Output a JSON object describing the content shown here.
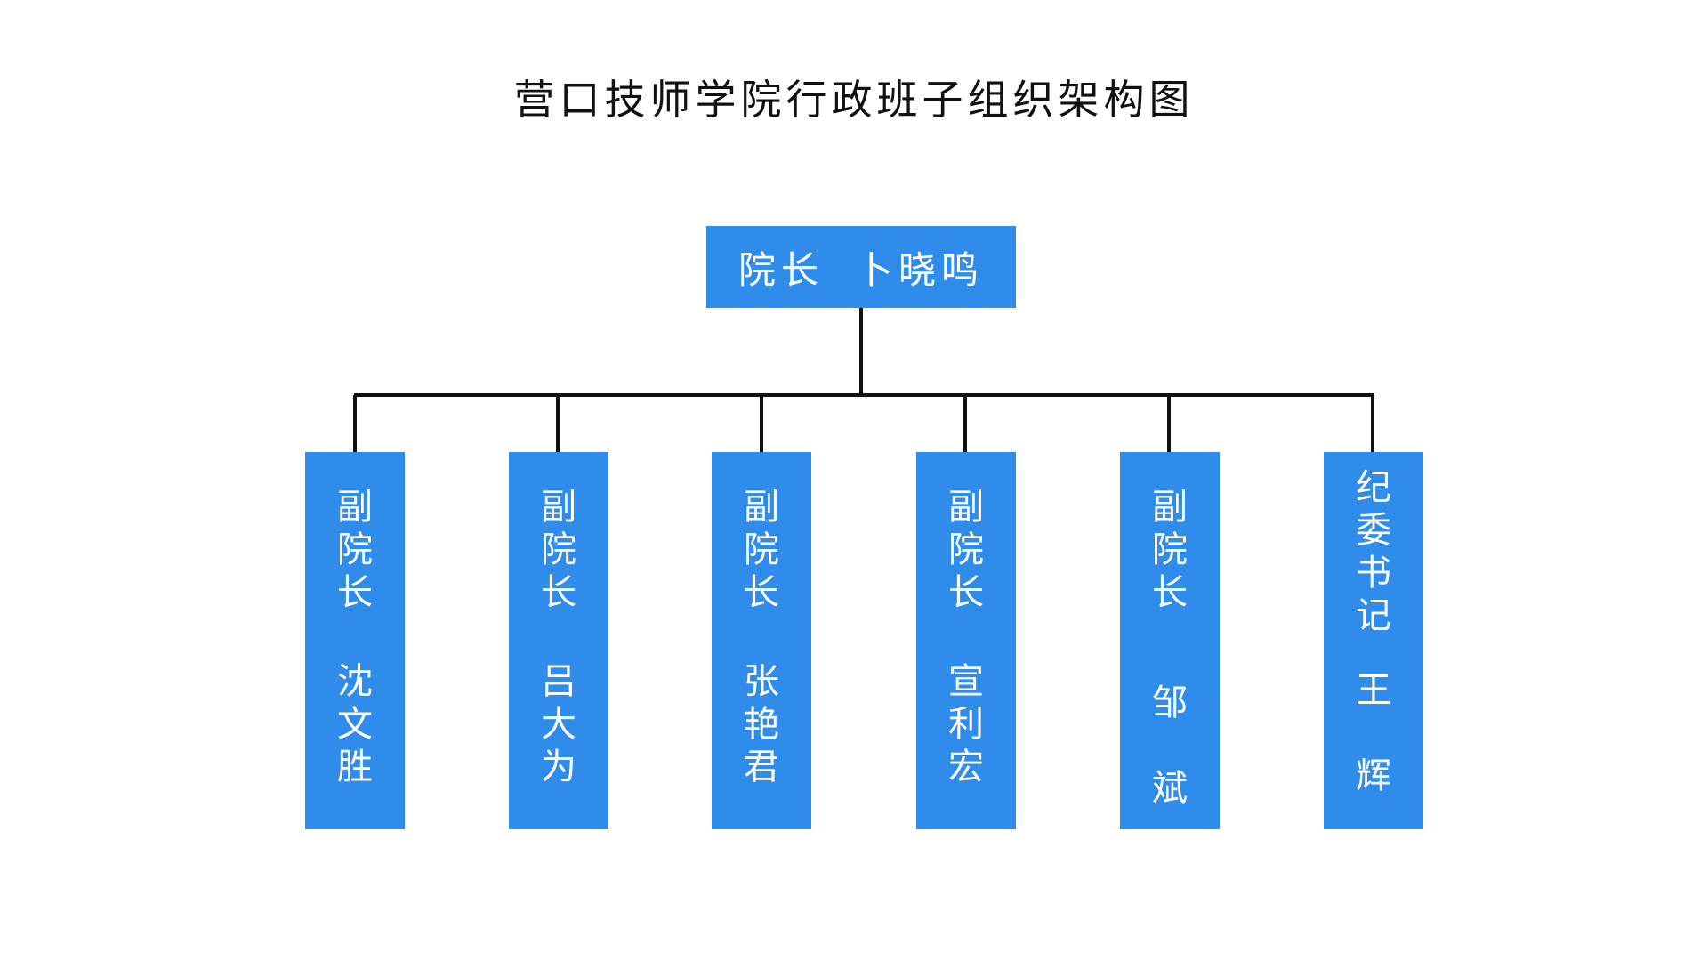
{
  "title": "营口技师学院行政班子组织架构图",
  "colors": {
    "box_fill": "#2f8ceb",
    "box_text": "#ffffff",
    "connector": "#111111",
    "title_text": "#111111"
  },
  "root": {
    "role": "院长",
    "name": "卜晓鸣"
  },
  "children": [
    {
      "role": "副院长",
      "name": "沈文胜"
    },
    {
      "role": "副院长",
      "name": "吕大为"
    },
    {
      "role": "副院长",
      "name": "张艳君"
    },
    {
      "role": "副院长",
      "name": "宣利宏"
    },
    {
      "role": "副院长",
      "name": "邹斌"
    },
    {
      "role": "纪委书记",
      "name": "王辉"
    }
  ]
}
